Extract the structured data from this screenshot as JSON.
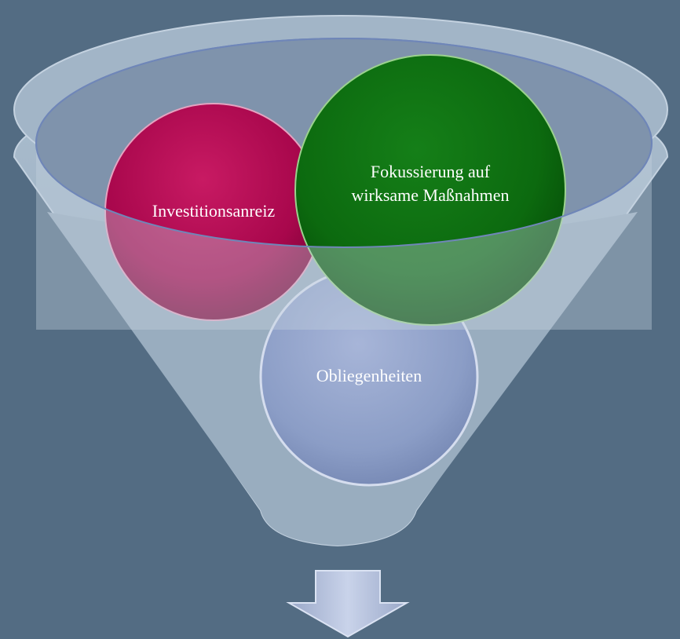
{
  "diagram": {
    "type": "funnel",
    "background_color": "#536c83",
    "funnel_color": "#9fb2c4",
    "items": [
      {
        "id": "investitionsanreiz",
        "label_lines": [
          "Investitionsanreiz"
        ],
        "color": "#b0084f"
      },
      {
        "id": "fokussierung",
        "label_lines": [
          "Fokussierung auf",
          "wirksame Maßnahmen"
        ],
        "color": "#0d6e10"
      },
      {
        "id": "obliegenheiten",
        "label_lines": [
          "Obliegenheiten"
        ],
        "color": "#8da0c8"
      }
    ],
    "output_arrow": {
      "icon": "down-arrow-icon",
      "color": "#b4c2e0"
    }
  }
}
